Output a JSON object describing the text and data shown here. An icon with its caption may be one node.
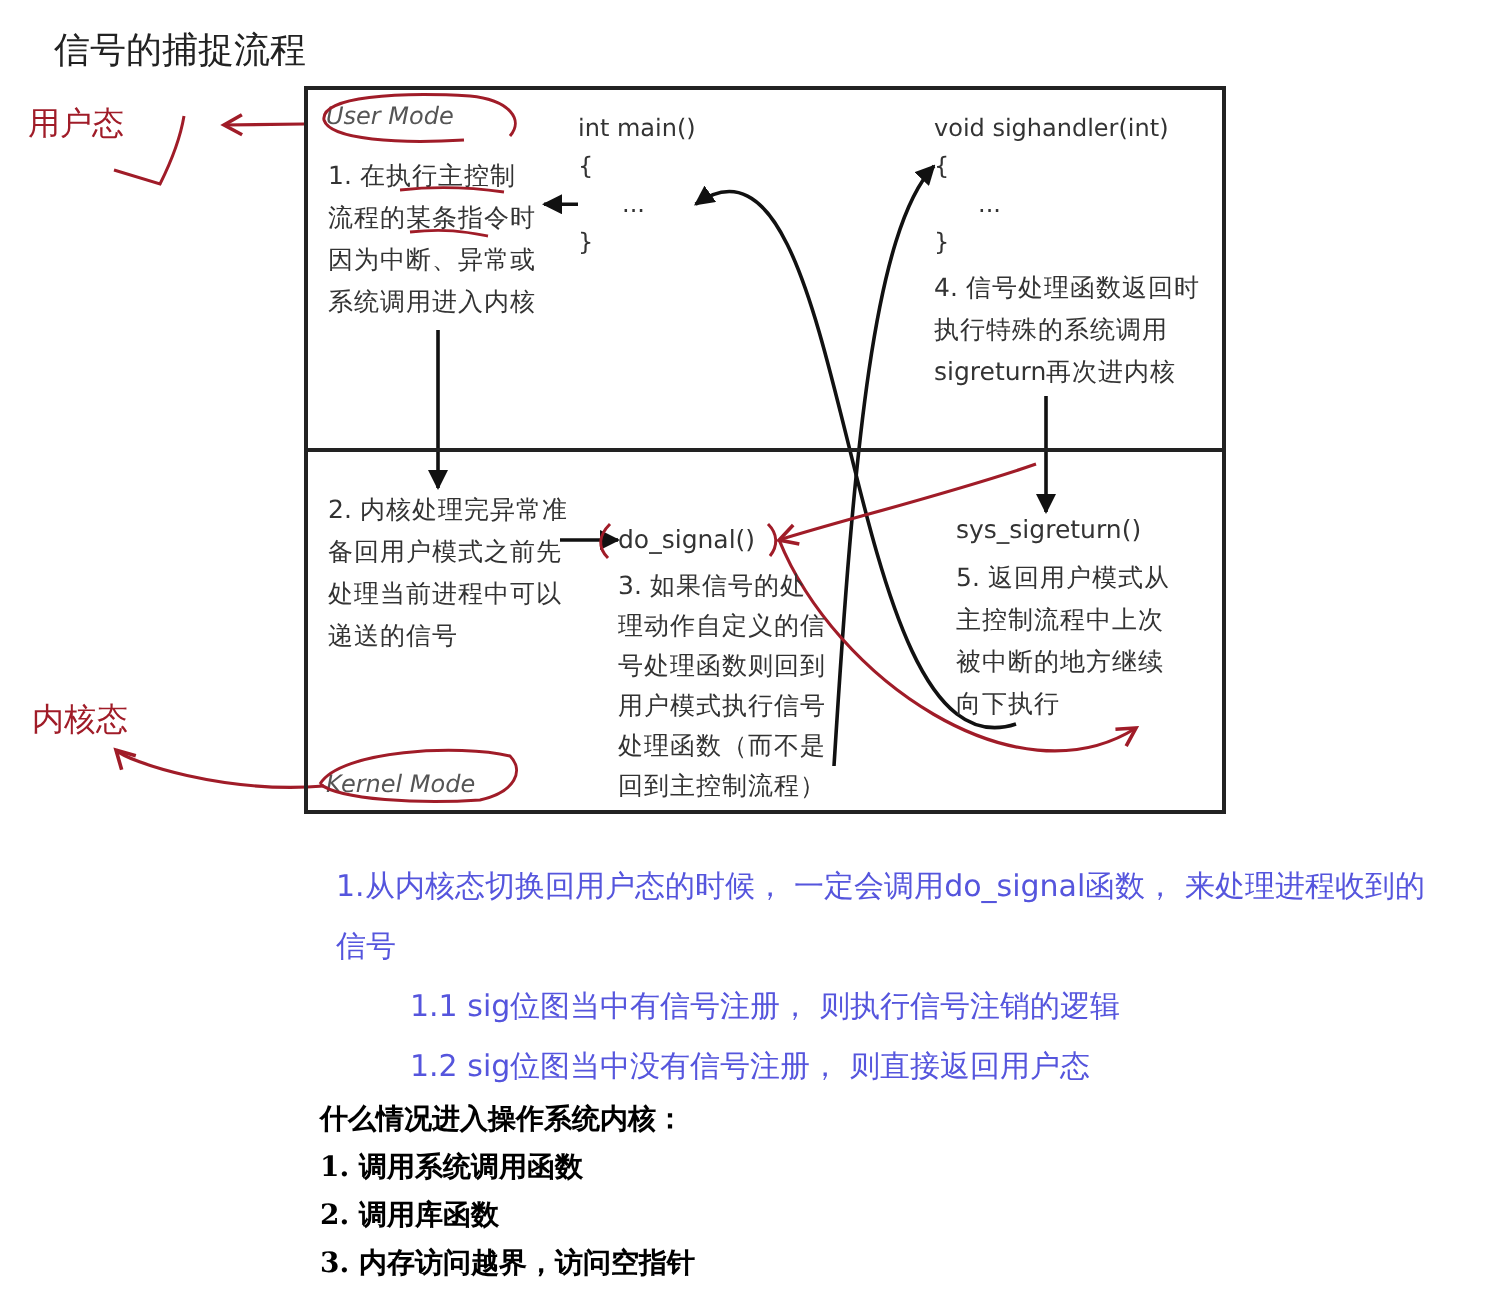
{
  "diagram": {
    "title": "信号的捕捉流程",
    "nodes": [
      {
        "text": [
          "User Mode"
        ]
      },
      {
        "text": [
          "Kernel Mode"
        ]
      },
      {
        "text": [
          "1. 在执行主控制流程的某条指令时因为中断、异常或系统调用进入内核"
        ],
        "in": 0
      },
      {
        "text": [
          "int main()",
          "{",
          "...",
          "}"
        ],
        "in": 0
      },
      {
        "text": [
          "void sighandler(int)",
          "{",
          "...",
          "}"
        ],
        "in": 0
      },
      {
        "text": [
          "4. 信号处理函数返回时执行特殊的系统调用sigreturn再次进内核"
        ],
        "in": 0
      },
      {
        "text": [
          "2. 内核处理完异常准备回用户模式之前先处理当前进程中可以递送的信号"
        ],
        "in": 1
      },
      {
        "text": [
          "do_signal()"
        ],
        "in": 1
      },
      {
        "text": [
          "3. 如果信号的处理动作自定义的信号处理函数则回到用户模式执行信号处理函数（而不是回到主控制流程）"
        ],
        "in": 1
      },
      {
        "text": [
          "sys_sigreturn()"
        ],
        "in": 1
      },
      {
        "text": [
          "5. 返回用户模式从主控制流程中上次被中断的地方继续向下执行"
        ],
        "in": 1
      },
      {
        "text": [
          "用户态"
        ]
      },
      {
        "text": [
          "内核态"
        ]
      }
    ],
    "edges": [
      {
        "from": 3,
        "to": 2,
        "arrow": "to"
      },
      {
        "from": 2,
        "to": 6,
        "arrow": "to"
      },
      {
        "from": 6,
        "to": 7,
        "arrow": "to"
      },
      {
        "from": 8,
        "to": 4,
        "arrow": "to"
      },
      {
        "from": 5,
        "to": 9,
        "arrow": "to"
      },
      {
        "from": 10,
        "to": 3,
        "arrow": "to"
      },
      {
        "from": 0,
        "to": 11,
        "arrow": "to",
        "color": "#a01c28"
      },
      {
        "from": 1,
        "to": 12,
        "arrow": "to",
        "color": "#a01c28"
      },
      {
        "from": 9,
        "to": 7,
        "arrow": "to",
        "color": "#a01c28"
      },
      {
        "from": 7,
        "to": 10,
        "arrow": "to",
        "color": "#a01c28"
      }
    ],
    "labels": [
      "1.从内核态切换回用户态的时候， 一定会调用do_signal函数， 来处理进程收到的信号",
      "1.1 sig位图当中有信号注册， 则执行信号注销的逻辑",
      "1.2 sig位图当中没有信号注册， 则直接返回用户态",
      "什么情况进入操作系统内核：",
      "1. 调用系统调用函数",
      "2. 调用库函数",
      "3. 内存访问越界，访问空指针"
    ]
  }
}
